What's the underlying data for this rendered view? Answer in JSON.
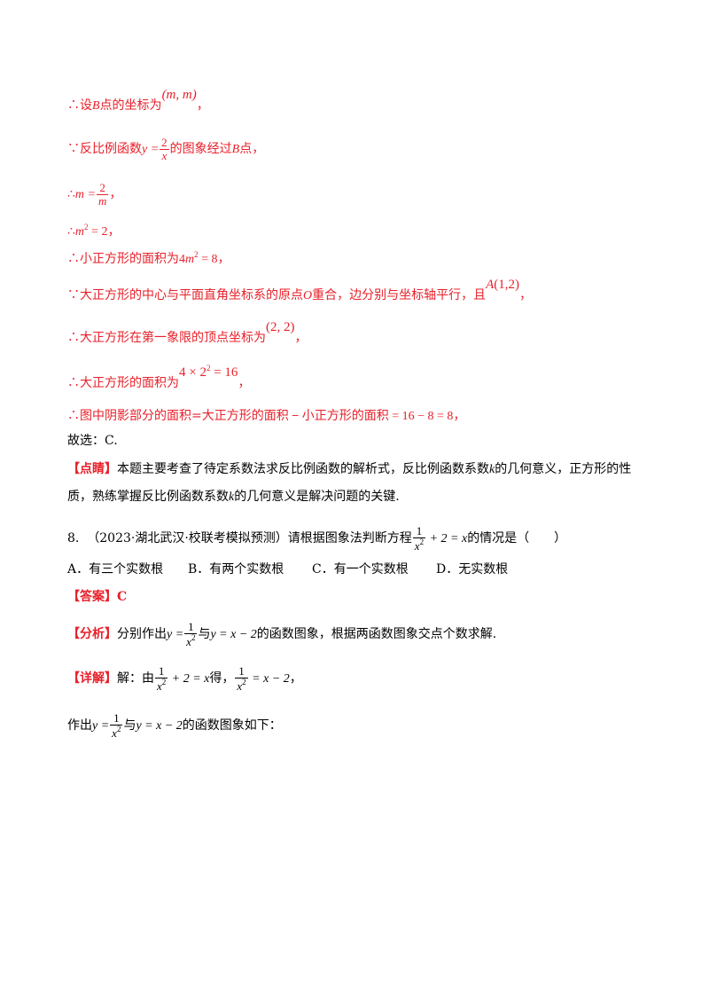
{
  "lines": {
    "l1": {
      "pre": "∴设",
      "B": "B",
      "mid": "点的坐标为",
      "coord": "(m, m)",
      "post": "，"
    },
    "l2": {
      "pre": "∵反比例函数",
      "eq": "y =",
      "num": "2",
      "den": "x",
      "post": "的图象经过",
      "B": "B",
      "end": "点，"
    },
    "l3": {
      "pre": "∴",
      "eq": "m =",
      "num": "2",
      "den": "m",
      "post": "，"
    },
    "l4": {
      "pre": "∴",
      "m": "m",
      "exp": "2",
      "rest": " = 2",
      "post": "，"
    },
    "l5": {
      "pre": "∴小正方形的面积为",
      "c": "4",
      "m": "m",
      "exp": "2",
      "rest": " = 8",
      "post": "，"
    },
    "l6": {
      "pre": "∵大正方形的中心与平面直角坐标系的原点",
      "O": "O",
      "post": "重合，边分别与坐标轴平行，且",
      "A": "A",
      "coord": "(1,2)",
      "end": "，"
    },
    "l7": {
      "pre": "∴大正方形在第一象限的顶点坐标为",
      "coord": "(2, 2)",
      "post": "，"
    },
    "l8": {
      "pre": "∴大正方形的面积为",
      "expr": "4 × 2",
      "exp": "2",
      "rest": " = 16",
      "post": "，"
    },
    "l9": {
      "pre": "∴图中阴影部分的面积=大正方形的面积",
      "minus": " − ",
      "mid": "小正方形的面积",
      "rest": " = 16 − 8 = 8",
      "post": "，"
    },
    "l10": {
      "text": "故选：C."
    },
    "l11": {
      "tag": "【点睛】",
      "a": "本题主要考查了待定系数法求反比例函数的解析式，反比例函数系数",
      "k": "k",
      "b": "的几何意义，正方形的性"
    },
    "l12": {
      "a": "质，熟练掌握反比例函数系数",
      "k": "k",
      "b": "的几何意义是解决问题的关键."
    }
  },
  "question": {
    "num": "8.",
    "source": "（2023·湖北武汉·校联考模拟预测）请根据图象法判断方程",
    "num1": "1",
    "den1": "x",
    "exp": "2",
    "rest": " + 2 = x",
    "post": "的情况是（　　）",
    "options": [
      "A．有三个实数根",
      "B．有两个实数根",
      "C．有一个实数根",
      "D．无实数根"
    ]
  },
  "answer": {
    "tag": "【答案】",
    "value": "C"
  },
  "analysis": {
    "tag": "【分析】",
    "a": "分别作出",
    "y": "y =",
    "num": "1",
    "den": "x",
    "exp": "2",
    "and": "与",
    "line": "y = x − 2",
    "b": "的函数图象，根据两函数图象交点个数求解."
  },
  "detail": {
    "tag": "【详解】",
    "a": "解：由",
    "num": "1",
    "den": "x",
    "exp": "2",
    "rest1": " + 2 = x",
    "b": "得，",
    "rest2": " = x − 2",
    "post": "，"
  },
  "plot": {
    "a": "作出",
    "y": "y =",
    "num": "1",
    "den": "x",
    "exp": "2",
    "and": "与",
    "line": "y = x − 2",
    "b": "的函数图象如下："
  }
}
